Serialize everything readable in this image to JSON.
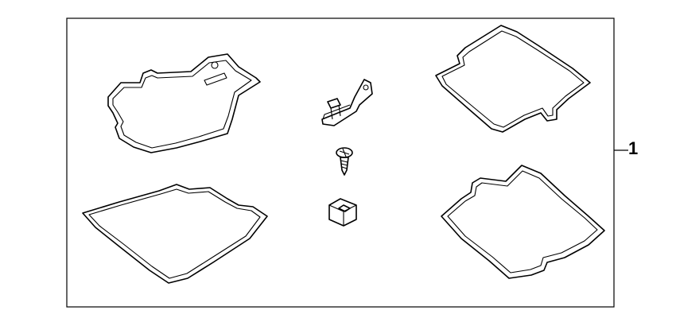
{
  "diagram": {
    "callouts": [
      {
        "label": "1"
      }
    ],
    "parts": [
      {
        "name": "front-left-floor-mat"
      },
      {
        "name": "front-right-floor-mat"
      },
      {
        "name": "rear-left-floor-mat"
      },
      {
        "name": "rear-right-floor-mat"
      },
      {
        "name": "retainer-bracket"
      },
      {
        "name": "screw"
      },
      {
        "name": "clip-nut"
      }
    ]
  }
}
